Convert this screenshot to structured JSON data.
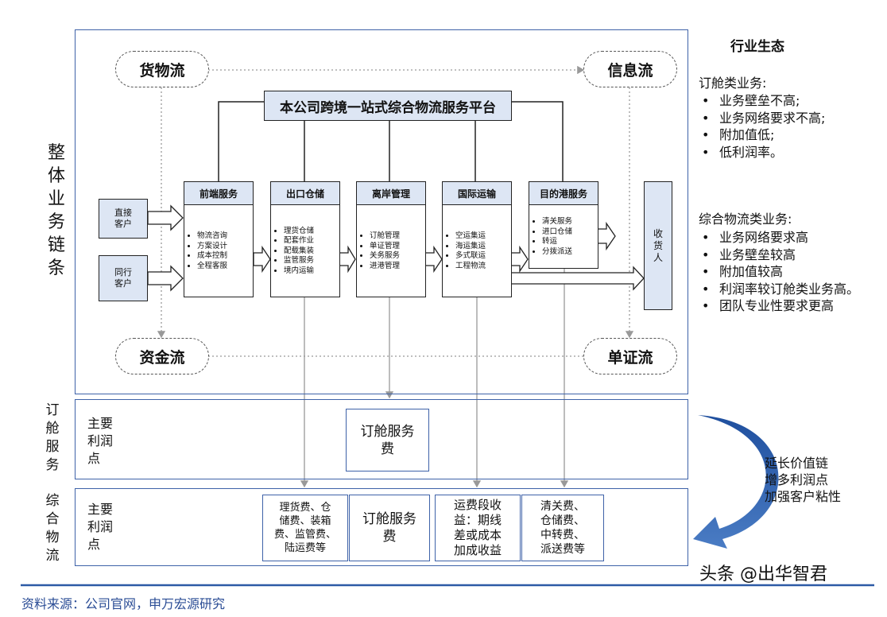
{
  "left_labels": {
    "main_chain": [
      "整",
      "体",
      "业",
      "务",
      "链",
      "条"
    ],
    "booking": [
      "订",
      "舱",
      "服",
      "务"
    ],
    "integrated": [
      "综",
      "合",
      "物",
      "流"
    ]
  },
  "flows": {
    "cargo": "货物流",
    "info": "信息流",
    "capital": "资金流",
    "document": "单证流"
  },
  "platform_title": "本公司跨境一站式综合物流服务平台",
  "customers": {
    "direct": [
      "直接",
      "客户"
    ],
    "peer": [
      "同行",
      "客户"
    ]
  },
  "receiver": [
    "收",
    "货",
    "人"
  ],
  "services": [
    {
      "title": "前端服务",
      "items": [
        "物流咨询",
        "方案设计",
        "成本控制",
        "全程客服"
      ]
    },
    {
      "title": "出口仓储",
      "items": [
        "理货仓储",
        "配套作业",
        "配载集装",
        "监管服务",
        "境内运输"
      ]
    },
    {
      "title": "离岸管理",
      "items": [
        "订舱管理",
        "单证管理",
        "关务服务",
        "进港管理"
      ]
    },
    {
      "title": "国际运输",
      "items": [
        "空运集运",
        "海运集运",
        "多式联运",
        "工程物流"
      ]
    },
    {
      "title": "目的港服务",
      "items": [
        "清关服务",
        "进口仓储",
        "转运",
        "分拨派送"
      ]
    }
  ],
  "booking_row": {
    "profit_label": [
      "主要",
      "利润",
      "点"
    ],
    "fee": [
      "订舱服务",
      "费"
    ]
  },
  "integrated_row": {
    "profit_label": [
      "主要",
      "利润",
      "点"
    ],
    "fees": [
      [
        "理货费、仓",
        "储费、装箱",
        "费、监管费、",
        "陆运费等"
      ],
      [
        "订舱服务",
        "费"
      ],
      [
        "运费段收",
        "益：期线",
        "差或成本",
        "加成收益"
      ],
      [
        "清关费、",
        "仓储费、",
        "中转费、",
        "派送费等"
      ]
    ]
  },
  "right": {
    "title": "行业生态",
    "booking_heading": "订舱类业务:",
    "booking_items": [
      "业务壁垒不高;",
      "业务网络要求不高;",
      "附加值低;",
      "低利润率。"
    ],
    "integrated_heading": "综合物流类业务:",
    "integrated_items": [
      "业务网络要求高",
      "业务壁垒较高",
      "附加值较高",
      "利润率较订舱类业务高。",
      "团队专业性要求更高"
    ]
  },
  "side_note": [
    "延长价值链",
    "增多利润点",
    "加强客户粘性"
  ],
  "source": "资料来源：公司官网，申万宏源研究",
  "watermark": "头条 @出华智君",
  "colors": {
    "panel_border": "#3e62a8",
    "box_fill": "#dde6f4",
    "arrow": "#2d5aa6",
    "source_text": "#2a4c95"
  }
}
